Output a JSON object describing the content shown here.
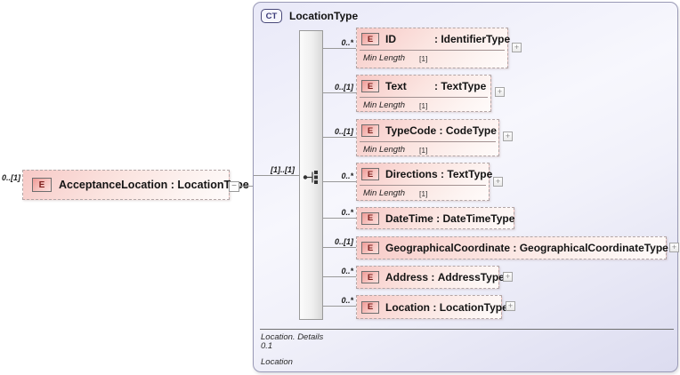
{
  "separator": ":",
  "icons": {
    "expand": "+",
    "collapse": "−"
  },
  "colors": {
    "element_pink": "#f7c9c6",
    "element_badge_red": "#7c1f1c",
    "panel_lavender": "#e9e9f8",
    "ct_badge_navy": "#3b3b78",
    "connector_gray": "#999999"
  },
  "source": {
    "cardinality": "0..[1]",
    "badge": "E",
    "name": "AcceptanceLocation",
    "type": "LocationType"
  },
  "panel": {
    "type_badge": "CT",
    "title": "LocationType",
    "sequence_cardinality": "[1]..[1]",
    "children": [
      {
        "cardinality": "0..*",
        "badge": "E",
        "name": "ID",
        "type": "IdentifierType",
        "facet_label": "Min Length",
        "facet_value": "[1]"
      },
      {
        "cardinality": "0..[1]",
        "badge": "E",
        "name": "Text",
        "type": "TextType",
        "facet_label": "Min Length",
        "facet_value": "[1]"
      },
      {
        "cardinality": "0..[1]",
        "badge": "E",
        "name": "TypeCode",
        "type": "CodeType",
        "facet_label": "Min Length",
        "facet_value": "[1]"
      },
      {
        "cardinality": "0..*",
        "badge": "E",
        "name": "Directions",
        "type": "TextType",
        "facet_label": "Min Length",
        "facet_value": "[1]"
      },
      {
        "cardinality": "0..*",
        "badge": "E",
        "name": "DateTime",
        "type": "DateTimeType"
      },
      {
        "cardinality": "0..[1]",
        "badge": "E",
        "name": "GeographicalCoordinate",
        "type": "GeographicalCoordinateType"
      },
      {
        "cardinality": "0..*",
        "badge": "E",
        "name": "Address",
        "type": "AddressType"
      },
      {
        "cardinality": "0..*",
        "badge": "E",
        "name": "Location",
        "type": "LocationType"
      }
    ],
    "footer": {
      "details": "Location. Details",
      "occurrence": "0.1",
      "name": "Location"
    }
  }
}
